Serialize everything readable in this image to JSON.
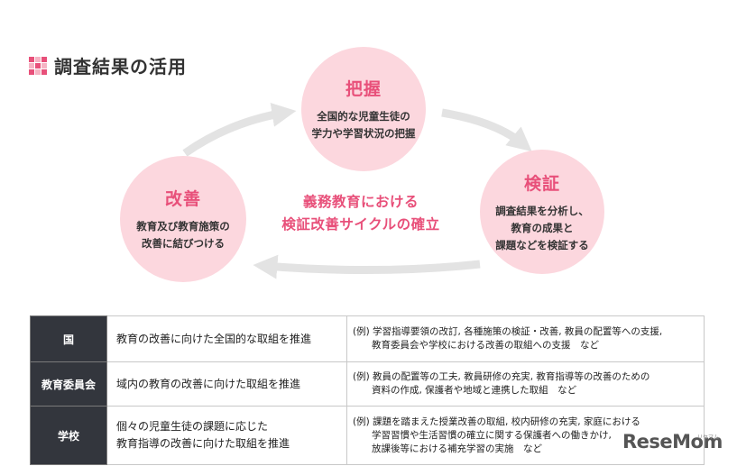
{
  "title": "調査結果の活用",
  "colors": {
    "accent": "#e8507a",
    "circle": "#fcd7de",
    "arrow": "#e3e3e3",
    "header_bg": "#33363d"
  },
  "cycle": {
    "center": "義務教育における\n検証改善サイクルの確立",
    "grasp": {
      "title": "把握",
      "desc": "全国的な児童生徒の\n学力や学習状況の把握"
    },
    "verify": {
      "title": "検証",
      "desc": "調査結果を分析し、\n教育の成果と\n課題などを検証する"
    },
    "improve": {
      "title": "改善",
      "desc": "教育及び教育施策の\n改善に結びつける"
    }
  },
  "table": {
    "rows": [
      {
        "header": "国",
        "summary": "教育の改善に向けた全国的な取組を推進",
        "example": "(例) 学習指導要領の改訂, 各種施策の検証・改善, 教員の配置等への支援,\n　　教育委員会や学校における改善の取組への支援　など"
      },
      {
        "header": "教育委員会",
        "summary": "域内の教育の改善に向けた取組を推進",
        "example": "(例) 教員の配置等の工夫, 教員研修の充実, 教育指導等の改善のための\n　　資料の作成, 保護者や地域と連携した取組　など"
      },
      {
        "header": "学校",
        "summary": "個々の児童生徒の課題に応じた\n教育指導の改善に向けた取組を推進",
        "example": "(例) 課題を踏まえた授業改善の取組, 校内研修の充実, 家庭における\n　　学習習慣や生活習慣の確立に関する保護者への働きかけ,\n　　放課後等における補充学習の実施　など"
      }
    ]
  },
  "logo": {
    "text": "ReseMom",
    "sub": "リセマム"
  }
}
